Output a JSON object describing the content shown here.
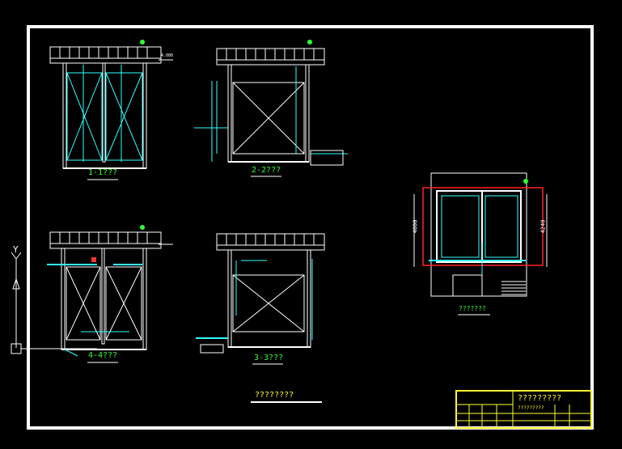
{
  "drawing": {
    "sections": [
      {
        "id": "sec-1",
        "label": "1-1???"
      },
      {
        "id": "sec-2",
        "label": "2-2???"
      },
      {
        "id": "sec-4",
        "label": "4-4???"
      },
      {
        "id": "sec-3",
        "label": "3-3???"
      }
    ],
    "plan_label": "???????",
    "main_caption": "????????",
    "plan_dims": {
      "left": "4000",
      "right": "4240"
    },
    "level_mark": "4.000"
  },
  "title_block": {
    "title": "?????????",
    "subtitle": "?????????"
  },
  "colors": {
    "background": "#000000",
    "frame": "#ffffff",
    "wall": "#ffffff",
    "pipe": "#33ffff",
    "accent": "#33ff33",
    "title_block": "#ffff33",
    "red_line": "#ff2222"
  },
  "ucs_icon": {
    "axis": "Y"
  }
}
